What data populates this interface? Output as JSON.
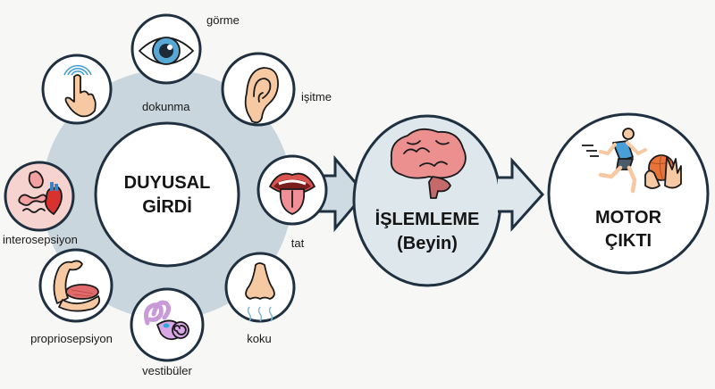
{
  "diagram": {
    "input": {
      "title_line1": "DUYUSAL",
      "title_line2": "GİRDİ",
      "senses": [
        {
          "id": "gorme",
          "label": "görme",
          "icon": "eye-icon"
        },
        {
          "id": "isitme",
          "label": "işitme",
          "icon": "ear-icon"
        },
        {
          "id": "tat",
          "label": "tat",
          "icon": "mouth-tongue-icon"
        },
        {
          "id": "koku",
          "label": "koku",
          "icon": "nose-icon"
        },
        {
          "id": "vestibuler",
          "label": "vestibüler",
          "icon": "inner-ear-icon"
        },
        {
          "id": "propriosepsiyon",
          "label": "propriosepsiyon",
          "icon": "flexed-arm-muscle-icon"
        },
        {
          "id": "interosepsiyon",
          "label": "interosepsiyon",
          "icon": "organs-heart-icon"
        },
        {
          "id": "dokunma",
          "label": "dokunma",
          "icon": "touch-finger-icon"
        }
      ]
    },
    "processing": {
      "title_line1": "İŞLEMLEME",
      "title_line2": "(Beyin)",
      "icon": "brain-icon"
    },
    "output": {
      "title_line1": "MOTOR",
      "title_line2": "ÇIKTI",
      "icons": [
        "running-person-icon",
        "hands-catching-ball-icon"
      ]
    },
    "colors": {
      "background": "#f7f8f6",
      "ring": "#c9d6de",
      "outline": "#1f3040",
      "processing_fill": "#dde7ec",
      "arrow_fill": "#cfdbe2"
    }
  }
}
